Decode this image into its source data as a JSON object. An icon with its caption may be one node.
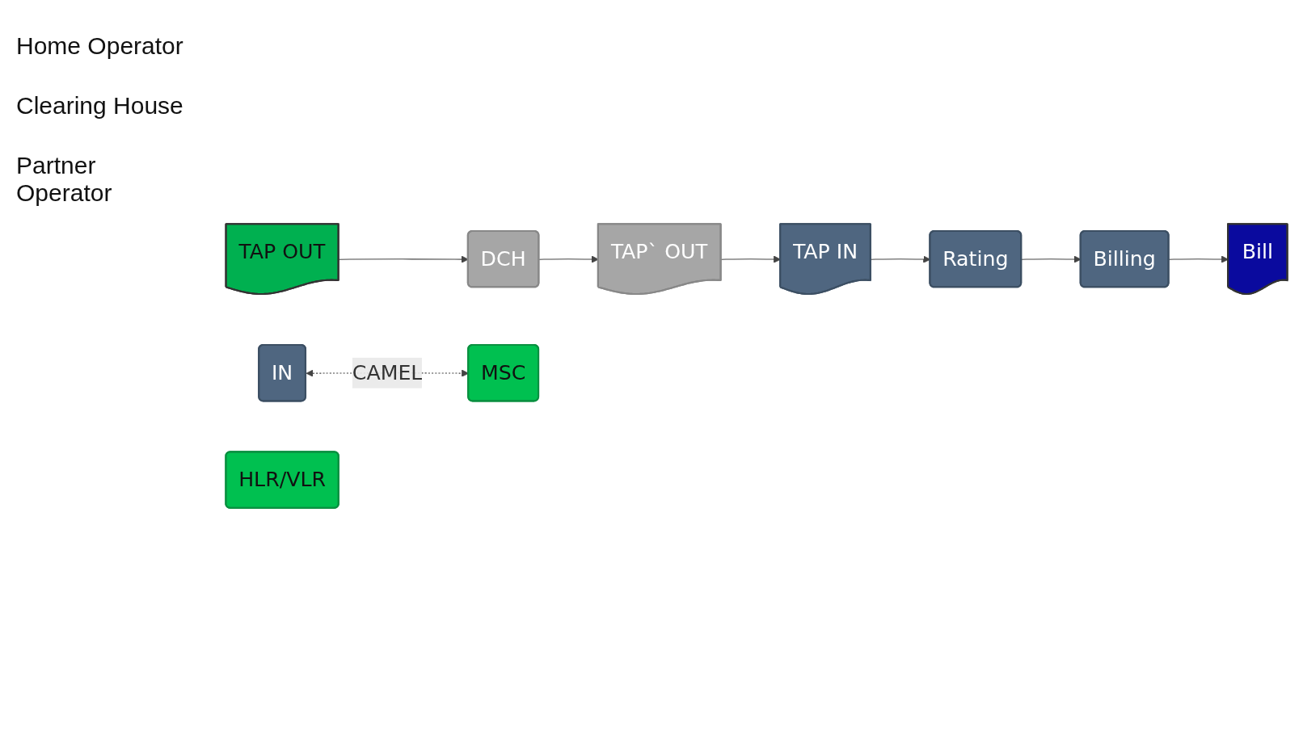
{
  "diagram": {
    "nodes": [
      {
        "text": [
          "Bill"
        ]
      },
      {
        "text": [
          "TAP IN"
        ]
      },
      {
        "text": [
          "Rating"
        ]
      },
      {
        "text": [
          "Billing"
        ]
      },
      {
        "text": [
          "IN"
        ]
      },
      {
        "text": [
          "TAP` OUT"
        ]
      },
      {
        "text": [
          "DCH"
        ]
      },
      {
        "text": [
          "TAP OUT"
        ]
      },
      {
        "text": [
          "MSC"
        ]
      },
      {
        "text": [
          "HLR/VLR"
        ]
      }
    ],
    "edges": [
      {
        "from": 1,
        "to": 2,
        "arrow": "to"
      },
      {
        "from": 2,
        "to": 3,
        "arrow": "to"
      },
      {
        "from": 3,
        "to": 0,
        "arrow": "to"
      },
      {
        "from": 5,
        "to": 1,
        "arrow": "to"
      },
      {
        "from": 6,
        "to": 5,
        "arrow": "to"
      },
      {
        "from": 7,
        "to": 6,
        "arrow": "to"
      },
      {
        "from": 4,
        "to": 8,
        "arrow": "both",
        "style": "dashed",
        "label": "CAMEL"
      }
    ],
    "labels": [
      "Home Operator",
      "Clearing House",
      "Partner Operator"
    ]
  }
}
